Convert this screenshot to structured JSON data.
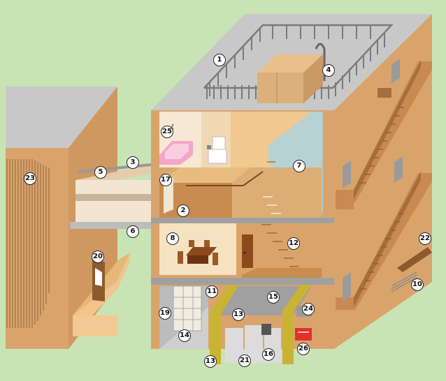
{
  "labels": [
    {
      "id": "l1",
      "text": "1"
    },
    {
      "id": "l2",
      "text": "2"
    },
    {
      "id": "l3",
      "text": "3"
    },
    {
      "id": "l4",
      "text": "4"
    },
    {
      "id": "l5",
      "text": "5"
    },
    {
      "id": "l6",
      "text": "6"
    },
    {
      "id": "l7",
      "text": "7"
    },
    {
      "id": "l8",
      "text": "8"
    },
    {
      "id": "l10",
      "text": "10"
    },
    {
      "id": "l11",
      "text": "11"
    },
    {
      "id": "l12",
      "text": "12"
    },
    {
      "id": "l13a",
      "text": "13"
    },
    {
      "id": "l13b",
      "text": "13"
    },
    {
      "id": "l14",
      "text": "14"
    },
    {
      "id": "l15",
      "text": "15"
    },
    {
      "id": "l16",
      "text": "16"
    },
    {
      "id": "l17",
      "text": "17"
    },
    {
      "id": "l19",
      "text": "19"
    },
    {
      "id": "l20",
      "text": "20"
    },
    {
      "id": "l21",
      "text": "21"
    },
    {
      "id": "l22",
      "text": "22"
    },
    {
      "id": "l23",
      "text": "23"
    },
    {
      "id": "l24",
      "text": "24"
    },
    {
      "id": "l25",
      "text": "25"
    },
    {
      "id": "l26",
      "text": "26"
    }
  ]
}
